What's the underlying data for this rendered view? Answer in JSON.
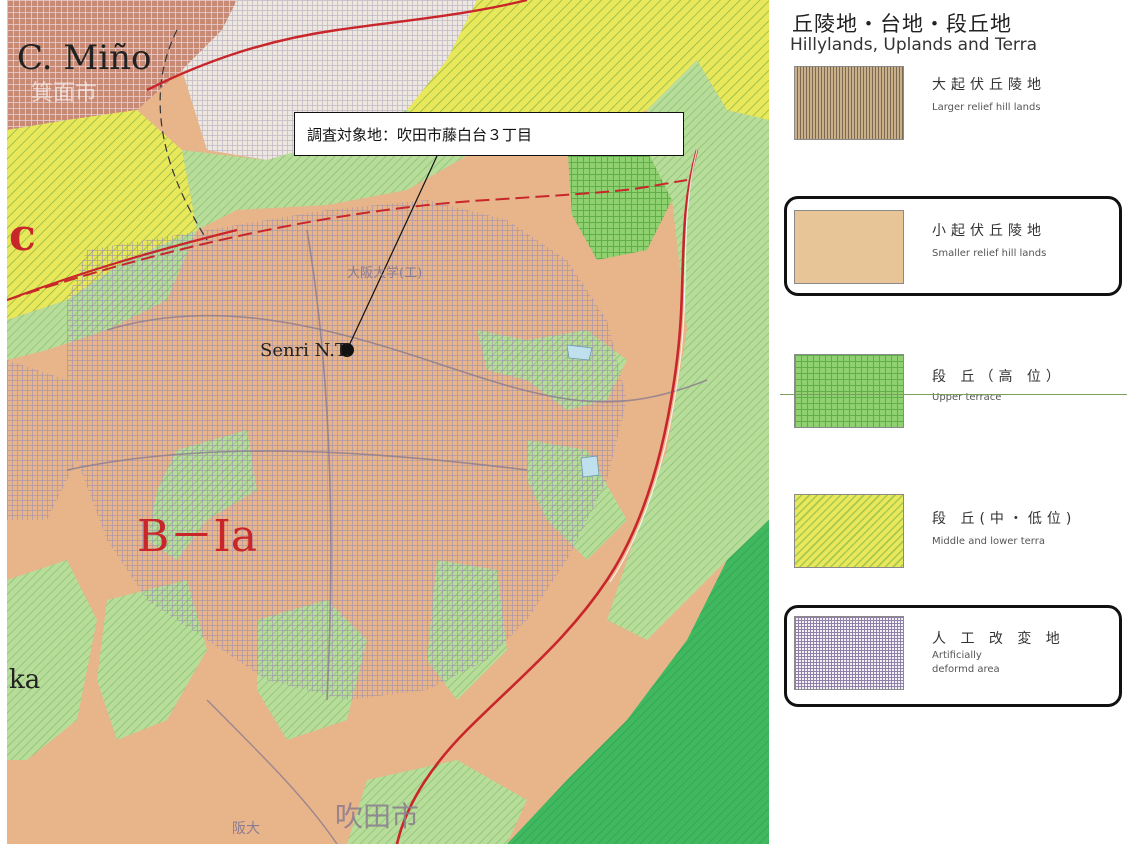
{
  "map": {
    "labels": {
      "cape": "C. Miño",
      "city_faint": "箕面市",
      "letter_c": "c",
      "senri": "Senri N.T.",
      "university": "大阪大学(工)",
      "zone_code": "B－Ia",
      "ka": "ka",
      "suita_city": "吹田市",
      "bottom_small": "阪大"
    },
    "callout": "調査対象地：吹田市藤白台３丁目",
    "colors": {
      "hill_tan": "#e8b48a",
      "terrace_yellow": "#e9e85a",
      "terrace_green": "#b8dc9a",
      "upper_terrace": "#8fd070",
      "dark_green": "#3fb85f",
      "road_red": "#c8262a",
      "artificial_grid": "#9c8fb0",
      "urban_pink": "#c78b75"
    }
  },
  "legend": {
    "heading_jp": "丘陵地・台地・段丘地",
    "heading_en": "Hillylands, Uplands and Terra",
    "items": [
      {
        "jp": "大起伏丘陵地",
        "en": "Larger relief hill lands"
      },
      {
        "jp": "小起伏丘陵地",
        "en": "Smaller relief hill lands"
      },
      {
        "jp": "段 丘（高 位）",
        "en": "Upper terrace"
      },
      {
        "jp": "段 丘(中・低位)",
        "en": "Middle and lower terra"
      },
      {
        "jp": "人 工 改 変 地",
        "en1": "Artificially",
        "en2": "deformd area"
      }
    ]
  }
}
